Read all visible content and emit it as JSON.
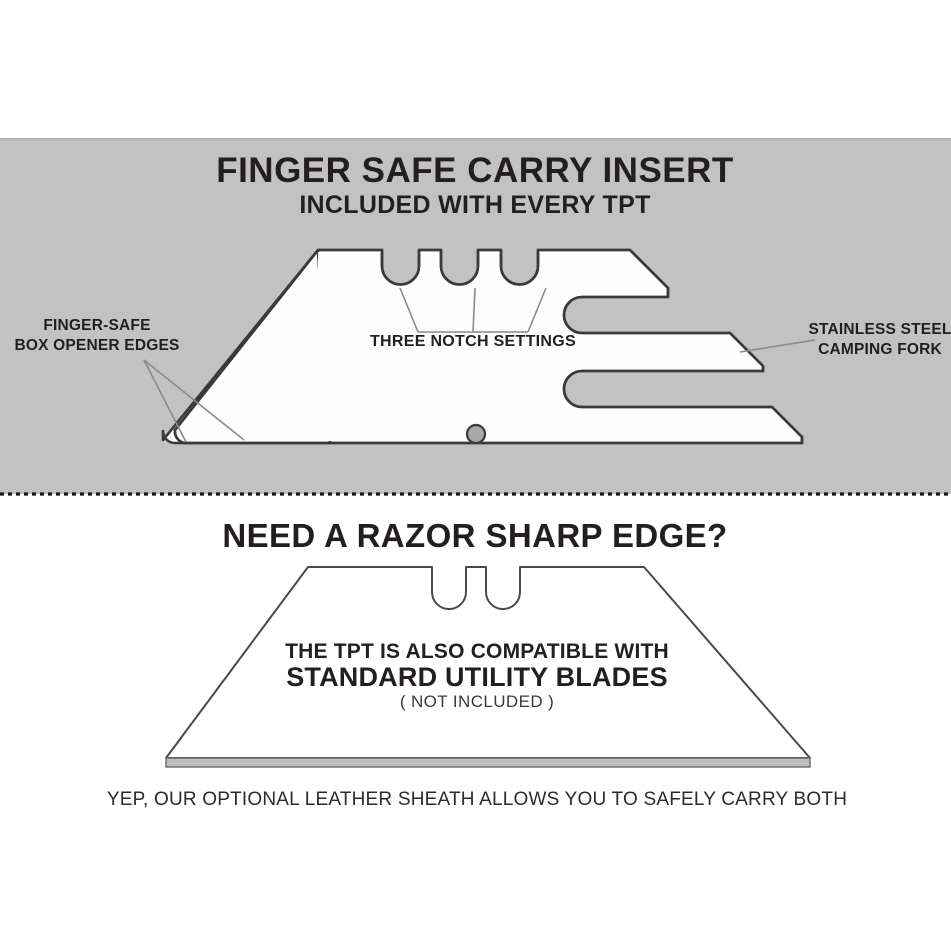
{
  "colors": {
    "panel_gray": "#c2c2c2",
    "panel_gray_border": "#b4b4b4",
    "blade_white": "#fdfdfd",
    "blade_outline": "#3a3a3a",
    "blade_outline_light": "#5a5a5a",
    "leader_line": "#8a8a8a",
    "text_dark": "#231f20",
    "text_muted": "#3a3a3a",
    "edge_strip": "#bdbdbd",
    "hole_fill": "#a8a8a8",
    "divider_dots": "#1a1a1a",
    "background": "#ffffff"
  },
  "top_panel": {
    "title": "FINGER SAFE CARRY INSERT",
    "subtitle": "INCLUDED WITH EVERY TPT",
    "callouts": {
      "left_line1": "FINGER-SAFE",
      "left_line2": "BOX OPENER EDGES",
      "center": "THREE NOTCH SETTINGS",
      "right_line1": "STAINLESS STEEL",
      "right_line2": "CAMPING FORK"
    },
    "notch_count": 3,
    "fork_tine_count": 3
  },
  "bottom_panel": {
    "heading": "NEED A RAZOR SHARP EDGE?",
    "blade_text_line1": "THE TPT IS ALSO COMPATIBLE WITH",
    "blade_text_line2": "STANDARD UTILITY BLADES",
    "blade_text_line3": "( NOT INCLUDED )",
    "footer": "YEP, OUR OPTIONAL LEATHER SHEATH ALLOWS YOU TO SAFELY CARRY BOTH",
    "notch_count": 2
  }
}
